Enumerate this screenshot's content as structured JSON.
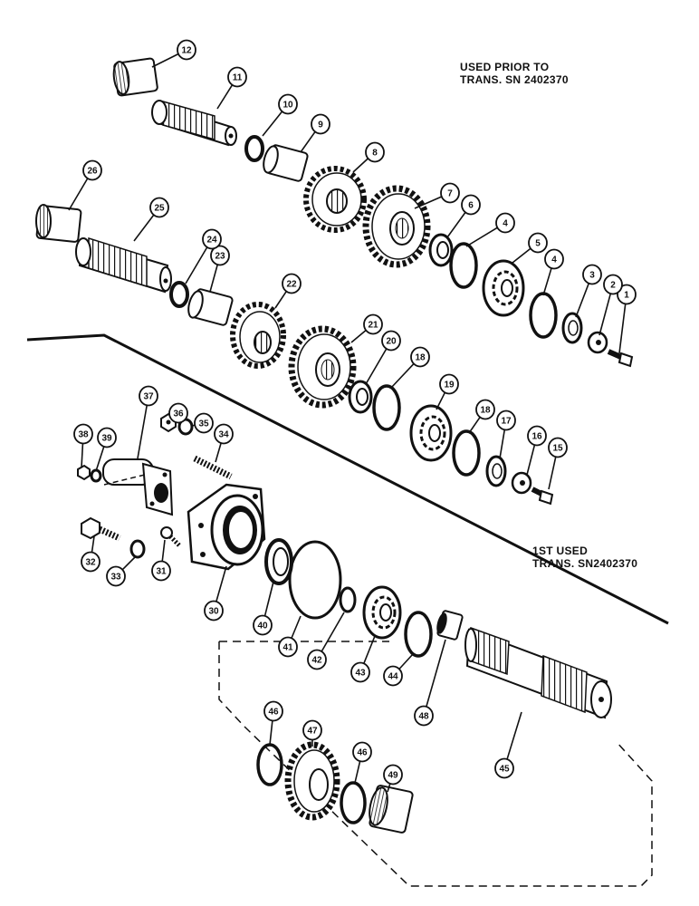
{
  "notes": {
    "prior_line1": "USED PRIOR TO",
    "prior_line2": "TRANS. SN 2402370",
    "after_line1": "1ST USED",
    "after_line2": "TRANS. SN2402370"
  },
  "callouts": [
    {
      "n": "1"
    },
    {
      "n": "2"
    },
    {
      "n": "3"
    },
    {
      "n": "4"
    },
    {
      "n": "4"
    },
    {
      "n": "5"
    },
    {
      "n": "6"
    },
    {
      "n": "7"
    },
    {
      "n": "8"
    },
    {
      "n": "9"
    },
    {
      "n": "10"
    },
    {
      "n": "11"
    },
    {
      "n": "12"
    },
    {
      "n": "15"
    },
    {
      "n": "16"
    },
    {
      "n": "17"
    },
    {
      "n": "18"
    },
    {
      "n": "18"
    },
    {
      "n": "19"
    },
    {
      "n": "20"
    },
    {
      "n": "21"
    },
    {
      "n": "22"
    },
    {
      "n": "23"
    },
    {
      "n": "24"
    },
    {
      "n": "25"
    },
    {
      "n": "26"
    },
    {
      "n": "30"
    },
    {
      "n": "31"
    },
    {
      "n": "32"
    },
    {
      "n": "33"
    },
    {
      "n": "34"
    },
    {
      "n": "35"
    },
    {
      "n": "36"
    },
    {
      "n": "37"
    },
    {
      "n": "38"
    },
    {
      "n": "39"
    },
    {
      "n": "40"
    },
    {
      "n": "41"
    },
    {
      "n": "42"
    },
    {
      "n": "43"
    },
    {
      "n": "44"
    },
    {
      "n": "45"
    },
    {
      "n": "46"
    },
    {
      "n": "46"
    },
    {
      "n": "47"
    },
    {
      "n": "48"
    },
    {
      "n": "49"
    }
  ]
}
